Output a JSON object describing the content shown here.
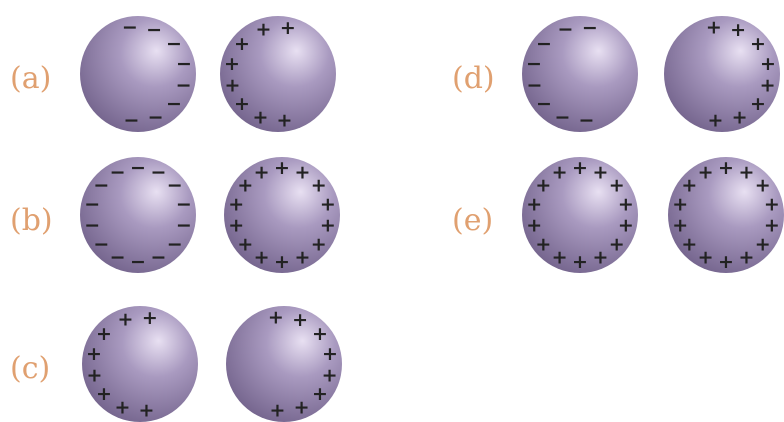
{
  "colors": {
    "label": "#e0a070",
    "sphere_highlight": "#e8e0f2",
    "sphere_mid": "#a99ac0",
    "sphere_shadow": "#6d5d86",
    "charge_mark": "#222222"
  },
  "rows": [
    {
      "label": "(a)",
      "spheres": [
        {
          "charge": "−",
          "side": "right"
        },
        {
          "charge": "+",
          "side": "left"
        }
      ]
    },
    {
      "label": "(b)",
      "spheres": [
        {
          "charge": "−",
          "side": "full"
        },
        {
          "charge": "+",
          "side": "full"
        }
      ]
    },
    {
      "label": "(c)",
      "spheres": [
        {
          "charge": "+",
          "side": "left"
        },
        {
          "charge": "+",
          "side": "right"
        }
      ]
    },
    {
      "label": "(d)",
      "spheres": [
        {
          "charge": "−",
          "side": "left"
        },
        {
          "charge": "+",
          "side": "right"
        }
      ]
    },
    {
      "label": "(e)",
      "spheres": [
        {
          "charge": "+",
          "side": "full"
        },
        {
          "charge": "+",
          "side": "full"
        }
      ]
    }
  ]
}
